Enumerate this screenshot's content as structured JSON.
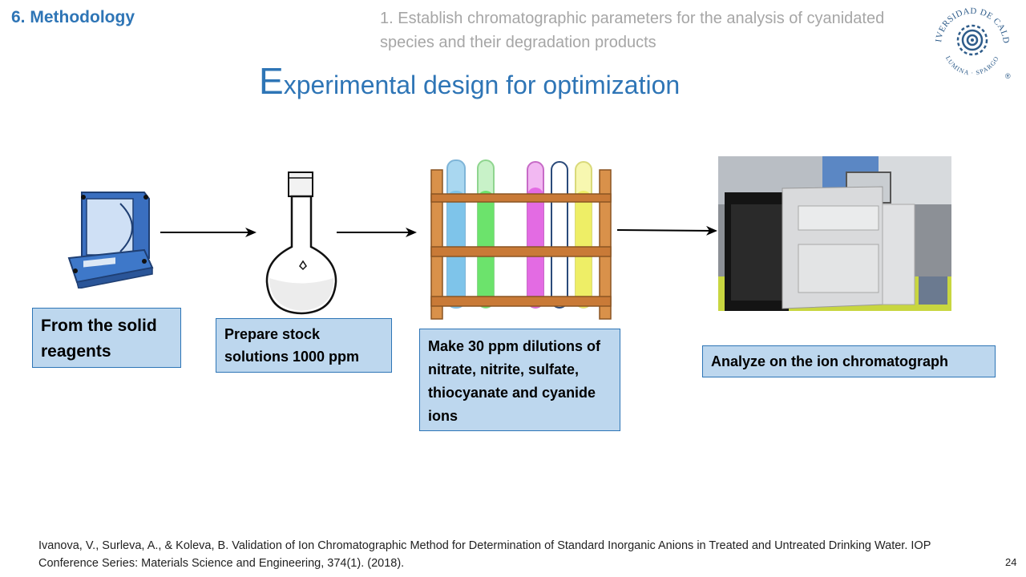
{
  "header": {
    "section": "6. Methodology",
    "subtitle": "1. Establish chromatographic parameters for the analysis of cyanidated species and their degradation products",
    "title_first": "E",
    "title_rest": "xperimental design for optimization"
  },
  "logo": {
    "top_text": "UNIVERSIDAD DE CALDAS",
    "bottom_text": "LUMINA SPARGO",
    "mark": "®"
  },
  "steps": [
    {
      "label": "From the solid reagents",
      "icon": "balance-icon"
    },
    {
      "label": "Prepare stock solutions 1000 ppm",
      "icon": "flask-icon"
    },
    {
      "label": "Make 30 ppm dilutions of nitrate, nitrite, sulfate, thiocyanate and cyanide ions",
      "icon": "test-tube-rack-icon"
    },
    {
      "label": "Analyze on the ion chromatograph",
      "icon": "ion-chromatograph-photo"
    }
  ],
  "colors": {
    "accent": "#2E75B6",
    "box_fill": "#BDD7EE",
    "subtitle": "#A6A6A6"
  },
  "footer": {
    "reference": "Ivanova, V., Surleva, A., & Koleva, B. Validation of Ion Chromatographic Method for Determination of Standard Inorganic Anions in Treated and Untreated Drinking Water. IOP Conference Series: Materials Science and Engineering, 374(1). (2018).",
    "page_number": "24"
  }
}
